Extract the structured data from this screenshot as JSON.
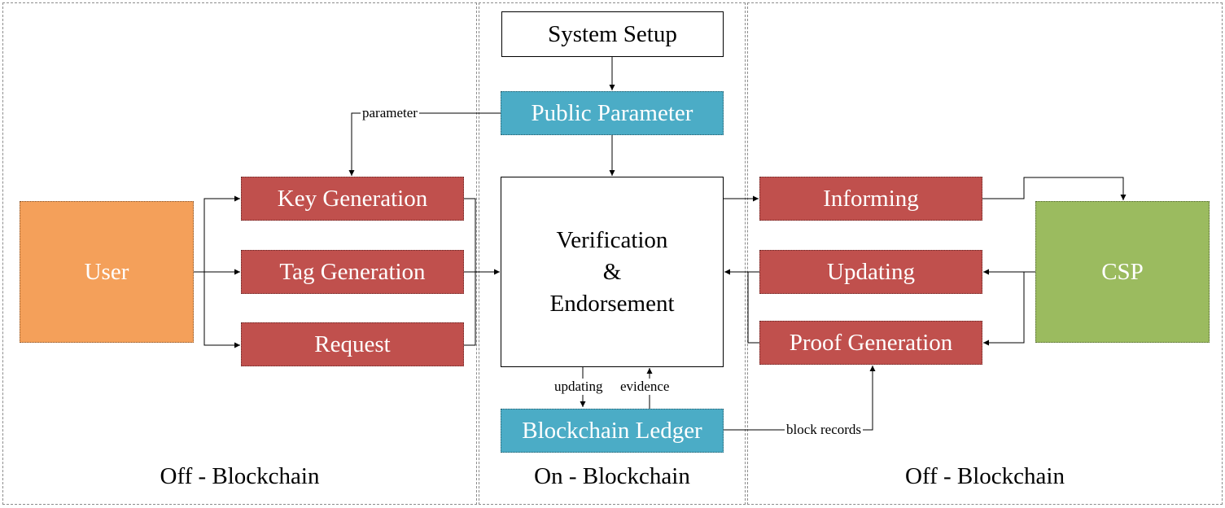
{
  "colors": {
    "user": "#f4a05a",
    "csp": "#9bbb5f",
    "process": "#c0504d",
    "chain": "#4bacc6",
    "line": "#000000"
  },
  "regions": {
    "left_label": "Off - Blockchain",
    "center_label": "On - Blockchain",
    "right_label": "Off - Blockchain"
  },
  "nodes": {
    "user": "User",
    "csp": "CSP",
    "system_setup": "System Setup",
    "public_parameter": "Public Parameter",
    "verification": [
      "Verification",
      "&",
      "Endorsement"
    ],
    "blockchain_ledger": "Blockchain Ledger",
    "key_generation": "Key Generation",
    "tag_generation": "Tag Generation",
    "request": "Request",
    "informing": "Informing",
    "updating": "Updating",
    "proof_generation": "Proof Generation"
  },
  "edge_labels": {
    "parameter": "parameter",
    "updating": "updating",
    "evidence": "evidence",
    "block_records": "block records"
  }
}
